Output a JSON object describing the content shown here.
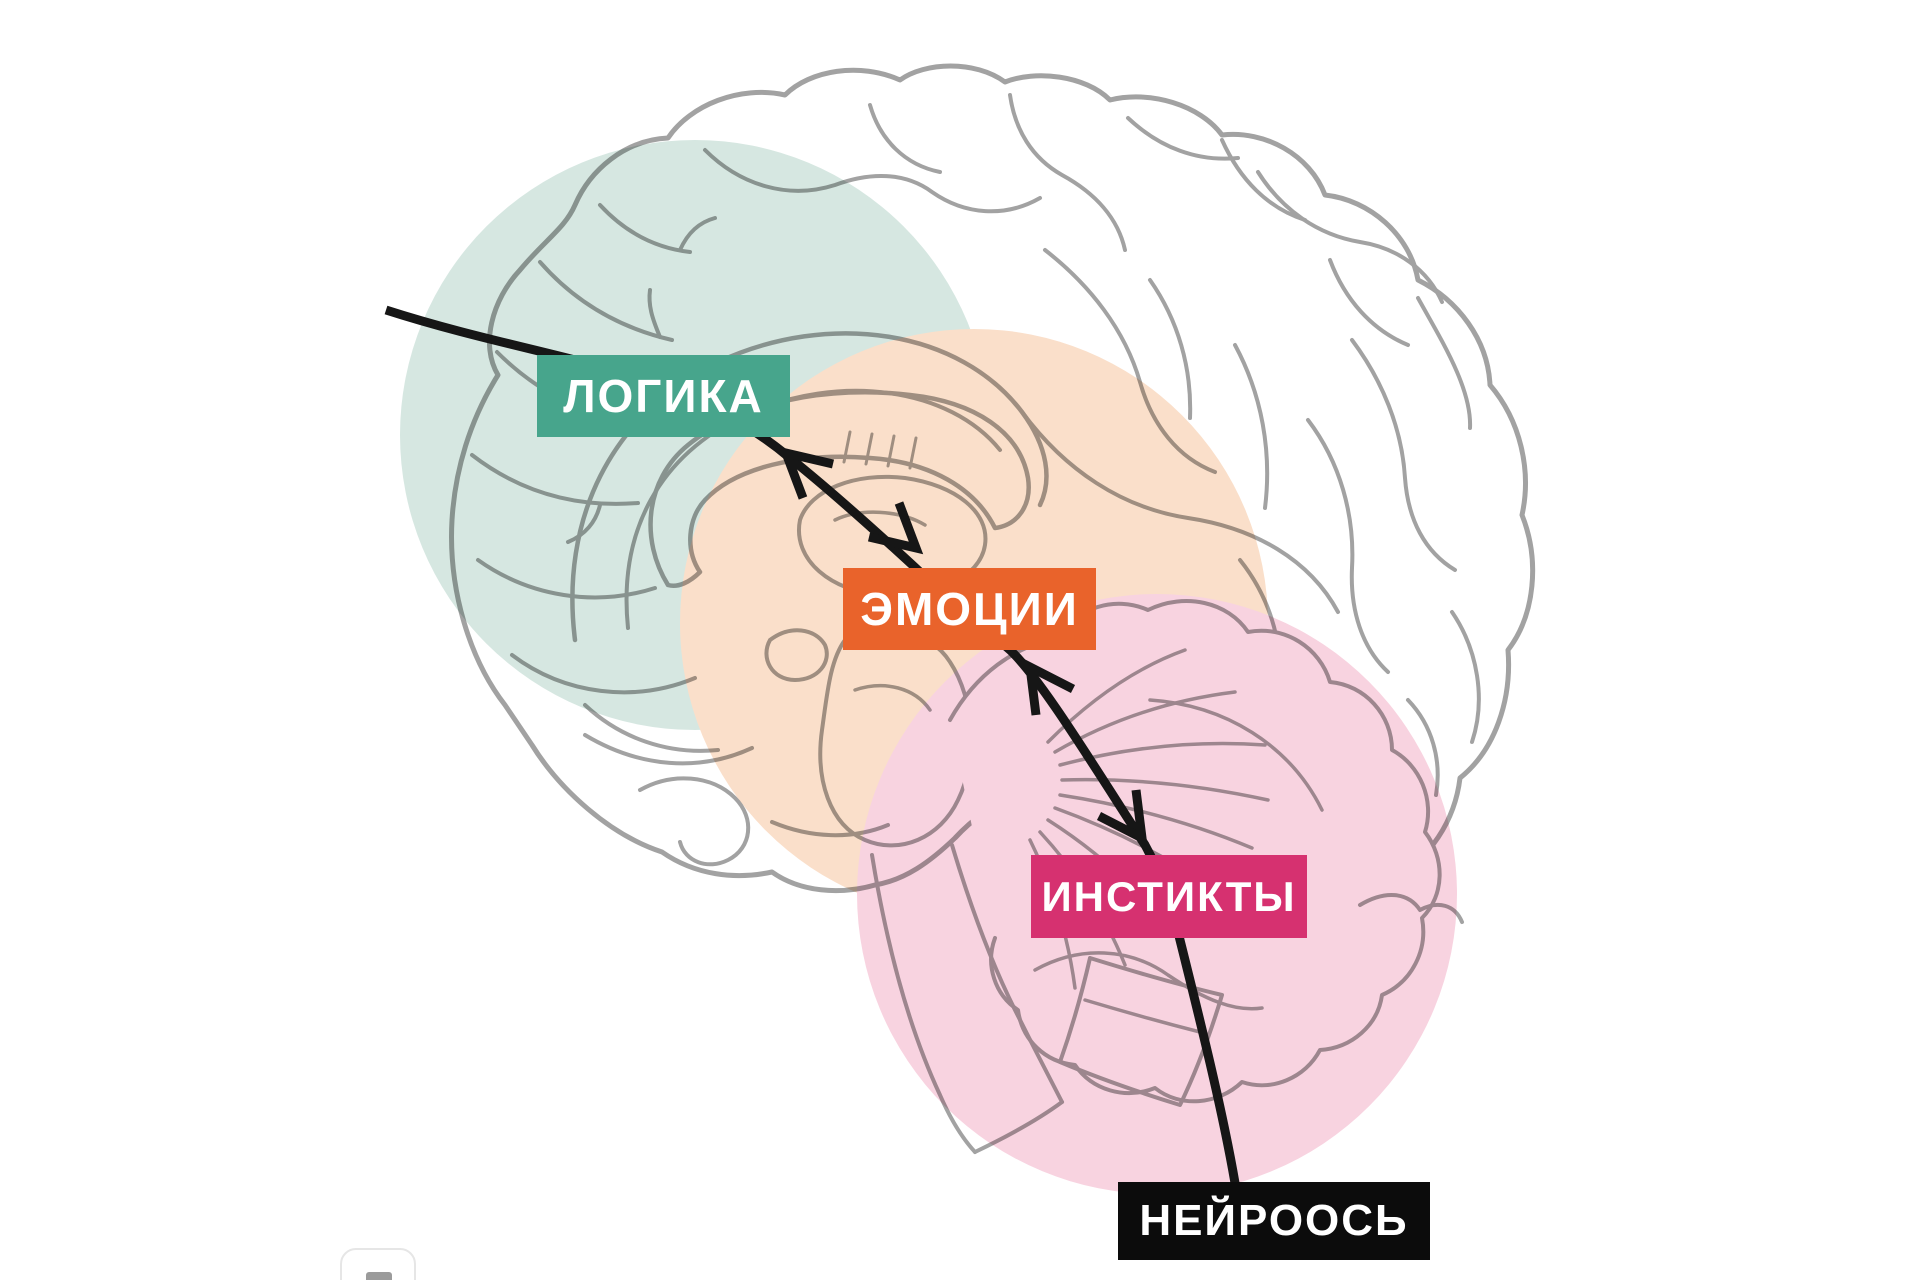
{
  "diagram": {
    "labels": {
      "logic": {
        "text": "ЛОГИКА",
        "color": "#47a58c"
      },
      "emotions": {
        "text": "ЭМОЦИИ",
        "color": "#e9632b"
      },
      "instincts": {
        "text": "ИНСТИКТЫ",
        "color": "#d63170"
      },
      "neuroaxis": {
        "text": "НЕЙРООСЬ",
        "color": "#0c0c0c"
      }
    },
    "regions": {
      "logic": {
        "color": "#d6e7e1"
      },
      "emotions": {
        "color": "#fadfca"
      },
      "instincts": {
        "color": "#f8d3e0"
      }
    },
    "axis": {
      "color": "#161616",
      "connects": [
        "ЛОГИКА",
        "ЭМОЦИИ",
        "ИНСТИКТЫ",
        "НЕЙРООСЬ"
      ]
    },
    "brain": {
      "line_color": "#a2a2a2"
    }
  }
}
